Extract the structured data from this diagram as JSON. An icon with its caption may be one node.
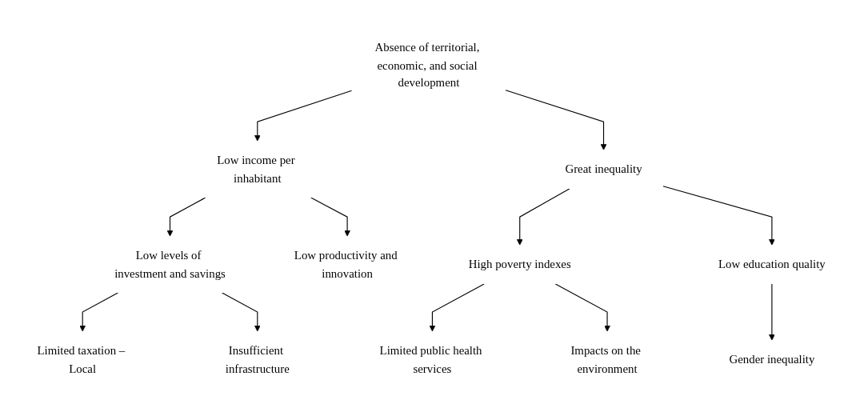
{
  "diagram": {
    "nodes": [
      {
        "text": [
          "Absence of territorial, economic, and social development"
        ]
      },
      {
        "text": [
          "Low income per inhabitant"
        ]
      },
      {
        "text": [
          "Great inequality"
        ]
      },
      {
        "text": [
          "Low levels of investment and savings"
        ]
      },
      {
        "text": [
          "Low productivity and innovation"
        ]
      },
      {
        "text": [
          "High poverty indexes"
        ]
      },
      {
        "text": [
          "Low education quality"
        ]
      },
      {
        "text": [
          "Limited taxation – Local"
        ]
      },
      {
        "text": [
          "Insufficient infrastructure"
        ]
      },
      {
        "text": [
          "Limited public health services"
        ]
      },
      {
        "text": [
          "Impacts on the environment"
        ]
      },
      {
        "text": [
          "Gender inequality"
        ]
      }
    ],
    "edges": [
      {
        "from": 0,
        "to": 1,
        "arrow": "to"
      },
      {
        "from": 0,
        "to": 2,
        "arrow": "to"
      },
      {
        "from": 1,
        "to": 3,
        "arrow": "to"
      },
      {
        "from": 1,
        "to": 4,
        "arrow": "to"
      },
      {
        "from": 2,
        "to": 5,
        "arrow": "to"
      },
      {
        "from": 2,
        "to": 6,
        "arrow": "to"
      },
      {
        "from": 3,
        "to": 7,
        "arrow": "to"
      },
      {
        "from": 3,
        "to": 8,
        "arrow": "to"
      },
      {
        "from": 5,
        "to": 9,
        "arrow": "to"
      },
      {
        "from": 5,
        "to": 10,
        "arrow": "to"
      },
      {
        "from": 6,
        "to": 11,
        "arrow": "to"
      }
    ]
  }
}
